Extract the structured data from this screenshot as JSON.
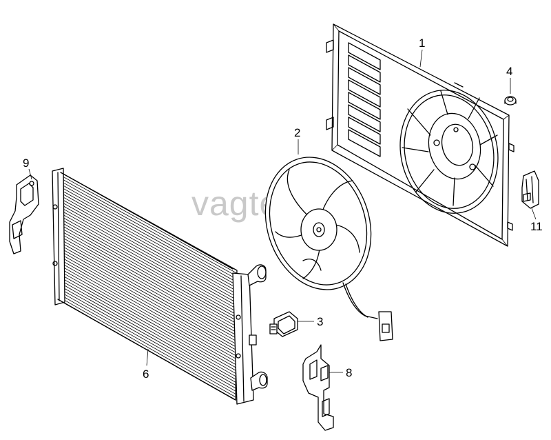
{
  "watermark": "vagtec.ru",
  "callouts": [
    {
      "id": "1",
      "label": "1"
    },
    {
      "id": "2",
      "label": "2"
    },
    {
      "id": "3",
      "label": "3"
    },
    {
      "id": "4",
      "label": "4"
    },
    {
      "id": "6",
      "label": "6"
    },
    {
      "id": "8",
      "label": "8"
    },
    {
      "id": "9",
      "label": "9"
    },
    {
      "id": "11",
      "label": "11"
    }
  ]
}
